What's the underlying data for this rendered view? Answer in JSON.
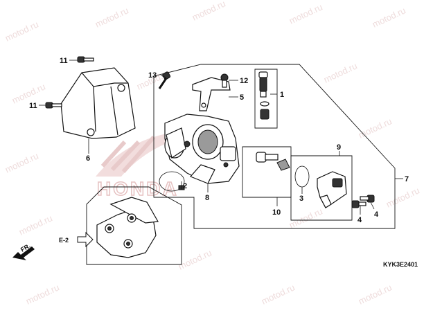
{
  "diagram": {
    "code": "KYK3E2401",
    "brand_mark": "HONDA",
    "watermark": "motod.ru",
    "reference": {
      "label": "E-2"
    },
    "forward_arrow": {
      "label": "FR."
    },
    "callouts": {
      "c1": "1",
      "c2": "2",
      "c3": "3",
      "c4a": "4",
      "c4b": "4",
      "c5": "5",
      "c6": "6",
      "c7": "7",
      "c8": "8",
      "c9": "9",
      "c10": "10",
      "c11a": "11",
      "c11b": "11",
      "c12": "12",
      "c13": "13"
    }
  }
}
